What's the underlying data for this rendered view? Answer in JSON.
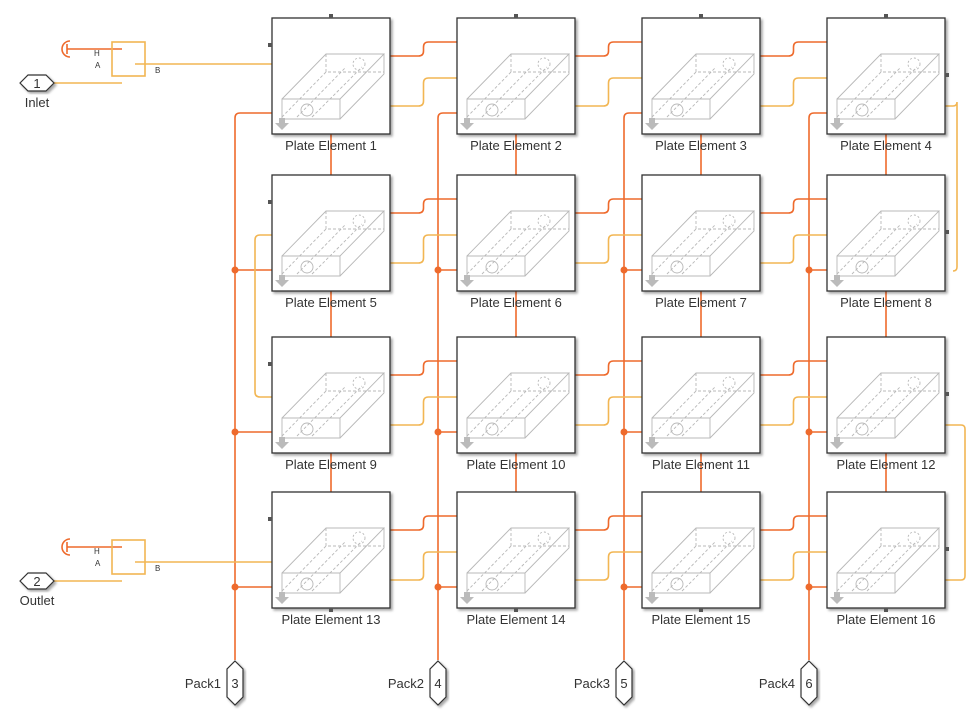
{
  "diagram": {
    "type": "simulink-thermal-network",
    "colors": {
      "thermal_wire": "#ee6a2c",
      "fluid_wire": "#f2b653",
      "block_border": "#333333",
      "icon_gray": "#b8b8b8",
      "text": "#333333"
    },
    "blocks": [
      {
        "label": "Plate Element 1"
      },
      {
        "label": "Plate Element 2"
      },
      {
        "label": "Plate Element 3"
      },
      {
        "label": "Plate Element 4"
      },
      {
        "label": "Plate Element 5"
      },
      {
        "label": "Plate Element 6"
      },
      {
        "label": "Plate Element 7"
      },
      {
        "label": "Plate Element 8"
      },
      {
        "label": "Plate Element 9"
      },
      {
        "label": "Plate Element 10"
      },
      {
        "label": "Plate Element 11"
      },
      {
        "label": "Plate Element 12"
      },
      {
        "label": "Plate Element 13"
      },
      {
        "label": "Plate Element 14"
      },
      {
        "label": "Plate Element 15"
      },
      {
        "label": "Plate Element 16"
      }
    ],
    "inputs": [
      {
        "number": "1",
        "label": "Inlet",
        "port_h": "H",
        "port_a": "A",
        "port_b": "B"
      },
      {
        "number": "2",
        "label": "Outlet",
        "port_h": "H",
        "port_a": "A",
        "port_b": "B"
      }
    ],
    "outputs": [
      {
        "number": "3",
        "label": "Pack1"
      },
      {
        "number": "4",
        "label": "Pack2"
      },
      {
        "number": "5",
        "label": "Pack3"
      },
      {
        "number": "6",
        "label": "Pack4"
      }
    ]
  }
}
